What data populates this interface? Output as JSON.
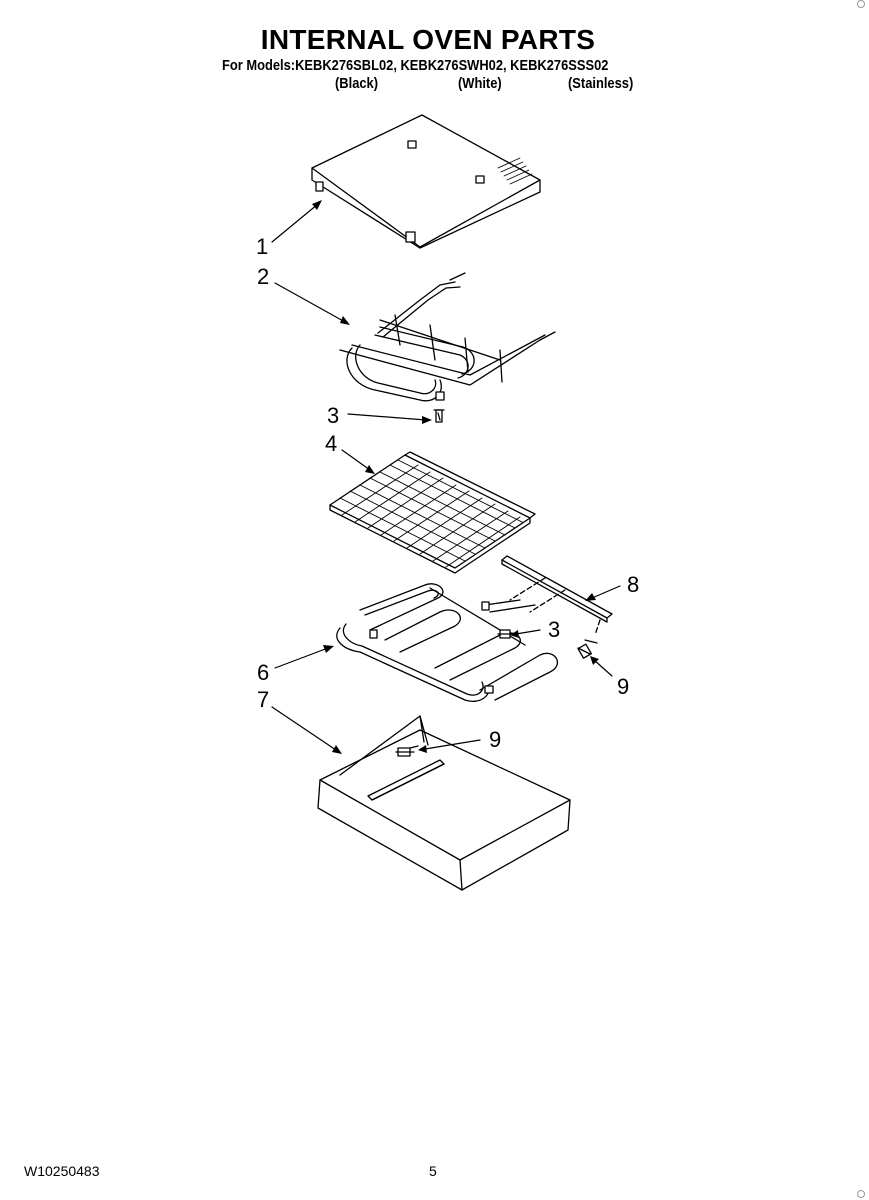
{
  "header": {
    "title": "INTERNAL OVEN PARTS",
    "models_line": "For Models:KEBK276SBL02, KEBK276SWH02, KEBK276SSS02",
    "variants": [
      "(Black)",
      "(White)",
      "(Stainless)"
    ]
  },
  "callouts": {
    "c1": "1",
    "c2": "2",
    "c3a": "3",
    "c4": "4",
    "c8": "8",
    "c3b": "3",
    "c6": "6",
    "c9a": "9",
    "c7": "7",
    "c9b": "9"
  },
  "footer": {
    "doc_number": "W10250483",
    "page_number": "5"
  }
}
